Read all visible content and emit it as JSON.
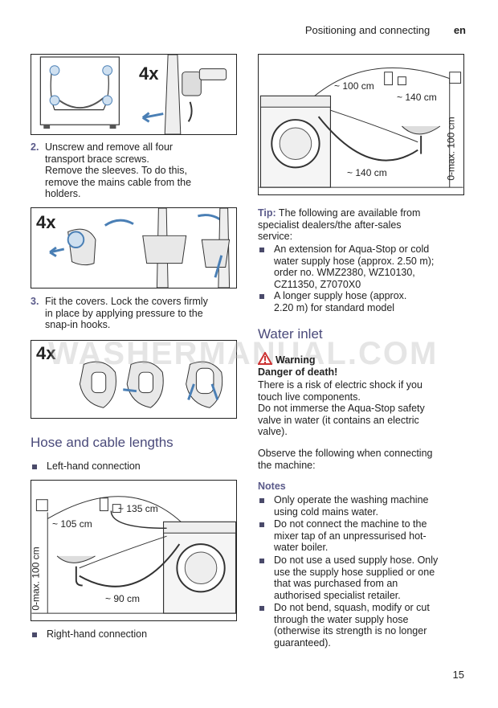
{
  "header": {
    "section": "Positioning and connecting",
    "lang": "en"
  },
  "fig1": {
    "count": "4x"
  },
  "step2": {
    "num": "2.",
    "text": "Unscrew and remove all four\ntransport brace screws.\nRemove the sleeves. To do this,\nremove the mains cable from the\nholders."
  },
  "fig2": {
    "count": "4x"
  },
  "step3": {
    "num": "3.",
    "text": "Fit the covers. Lock the covers firmly\nin place by applying pressure to the\nsnap-in hooks."
  },
  "fig3": {
    "count": "4x"
  },
  "hose_heading": "Hose and cable lengths",
  "left_conn": "Left-hand connection",
  "fig_left": {
    "d1": "~ 135 cm",
    "d2": "~ 105 cm",
    "d3": "~ 90 cm",
    "height": "0-max. 100 cm"
  },
  "right_conn": "Right-hand connection",
  "fig_right": {
    "d1": "~ 100 cm",
    "d2": "~ 140 cm",
    "d3": "~ 140 cm",
    "height": "0-max. 100 cm"
  },
  "tip": {
    "label": "Tip:",
    "text": "  The following are available from\nspecialist dealers/the after-sales\nservice:",
    "items": [
      "An extension for Aqua-Stop or cold\nwater supply hose (approx. 2.50 m);\norder no. WMZ2380, WZ10130,\nCZ11350, Z7070X0",
      "A longer supply hose (approx.\n 2.20 m) for standard model"
    ]
  },
  "water_heading": "Water inlet",
  "warning": {
    "title": "Warning",
    "subtitle": "Danger of death!",
    "text": "There is a risk of electric shock if you\ntouch live components.\nDo not immerse the Aqua-Stop safety\nvalve in water (it contains an electric\nvalve)."
  },
  "observe": "Observe the following when connecting\nthe machine:",
  "notes": {
    "label": "Notes",
    "items": [
      "Only operate the washing machine\nusing cold mains water.",
      "Do not connect the machine to the\nmixer tap of an unpressurised hot-\nwater boiler.",
      "Do not use a used supply hose. Only\nuse the supply hose supplied or one\nthat was purchased from an\nauthorised specialist retailer.",
      "Do not bend, squash, modify or cut\nthrough the water supply hose\n(otherwise its strength is no longer\nguaranteed)."
    ]
  },
  "watermark": "WASHERMANUAL.COM",
  "page_number": "15"
}
